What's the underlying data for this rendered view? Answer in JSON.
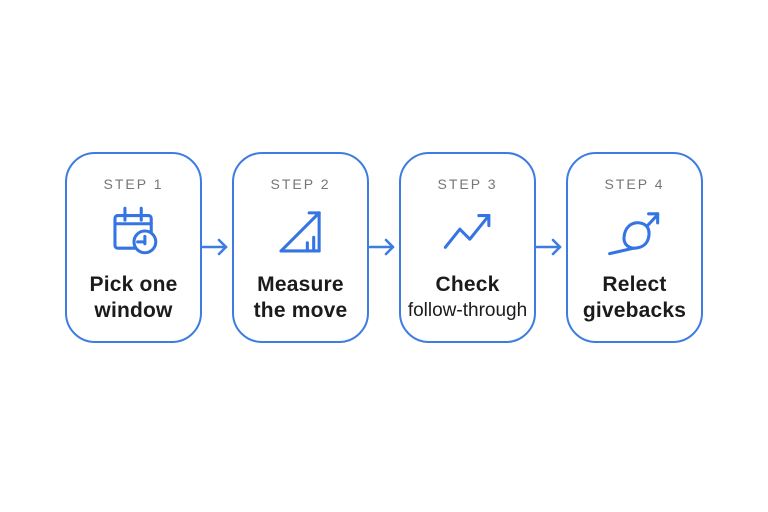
{
  "diagram": {
    "steps": [
      {
        "label": "STEP 1",
        "title_line1": "Pick one",
        "title_line2": "window",
        "icon": "calendar-clock-icon"
      },
      {
        "label": "STEP 2",
        "title_line1": "Measure",
        "title_line2": "the move",
        "icon": "growth-triangle-icon"
      },
      {
        "label": "STEP 3",
        "title_line1": "Check",
        "title_line2": "follow-through",
        "icon": "trend-line-arrow-icon"
      },
      {
        "label": "STEP 4",
        "title_line1": "Relect",
        "title_line2": "givebacks",
        "icon": "s-curve-arrow-icon"
      }
    ],
    "connector": "right-arrow-icon",
    "colors": {
      "card_border_blue": "#3E7DE0",
      "icon_blue": "#3575E3",
      "arrow_blue": "#3E7DE0",
      "step_label_gray": "#767676",
      "title_black": "#1B1B1B",
      "background": "#FFFFFF"
    }
  }
}
